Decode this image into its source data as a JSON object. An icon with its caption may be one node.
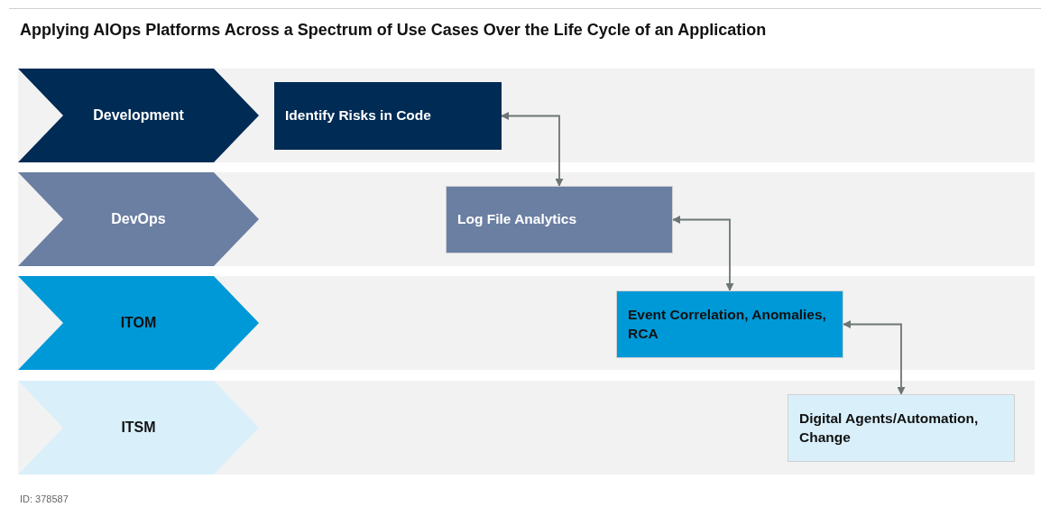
{
  "diagram": {
    "title": "Applying AIOps Platforms Across a Spectrum of Use Cases Over the Life Cycle of an Application",
    "nodes": [
      {
        "text": [
          "Development"
        ]
      },
      {
        "text": [
          "DevOps"
        ]
      },
      {
        "text": [
          "ITOM"
        ]
      },
      {
        "text": [
          "ITSM"
        ]
      },
      {
        "text": [
          "Identify Risks in Code"
        ]
      },
      {
        "text": [
          "Log File Analytics"
        ]
      },
      {
        "text": [
          "Event Correlation, Anomalies, RCA"
        ]
      },
      {
        "text": [
          "Digital Agents/Automation, Change"
        ]
      }
    ],
    "edges": [
      {
        "from": 4,
        "to": 5,
        "arrow": "both"
      },
      {
        "from": 5,
        "to": 6,
        "arrow": "both"
      },
      {
        "from": 6,
        "to": 7,
        "arrow": "both"
      }
    ],
    "labels": [
      "ID: 378587"
    ]
  }
}
